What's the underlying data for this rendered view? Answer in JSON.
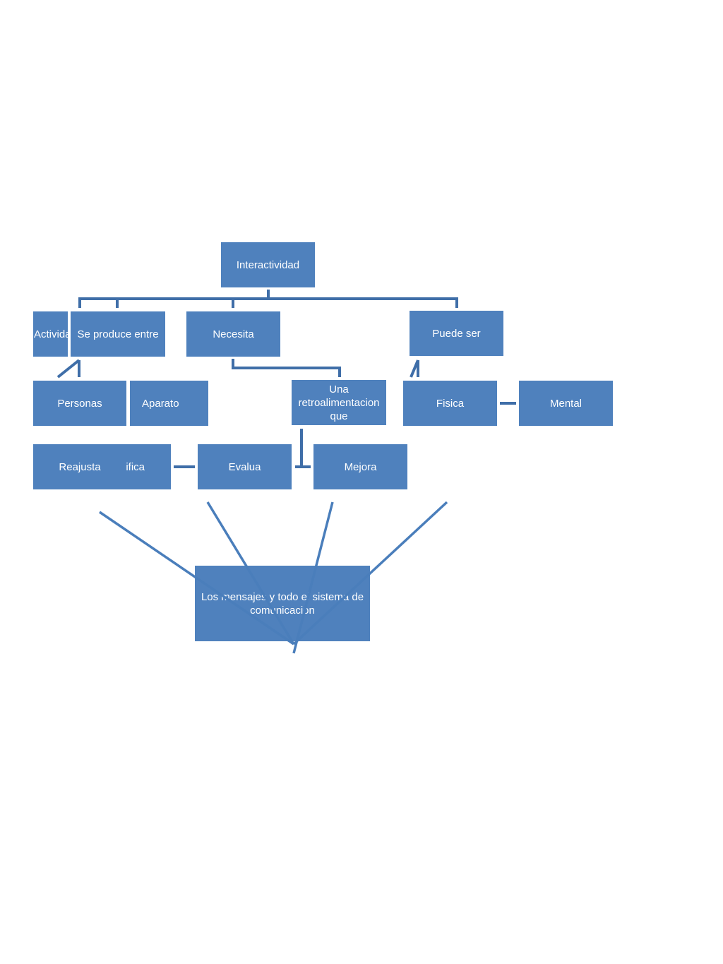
{
  "diagram": {
    "root": "Interactividad",
    "level1": {
      "actividad": "Actividad",
      "se_produce": "Se produce entre",
      "necesita": "Necesita",
      "puede_ser": "Puede ser"
    },
    "level2": {
      "personas": "Personas",
      "aparato": "Aparato",
      "retro": "Una retroalimentacion que",
      "fisica": "Fisica",
      "mental": "Mental"
    },
    "level3": {
      "reajusta": "Reajusta",
      "modifica": "Modifica",
      "evalua": "Evalua",
      "mejora": "Mejora"
    },
    "bottom": "Los mensajes y todo el sistema de comunicacion"
  }
}
